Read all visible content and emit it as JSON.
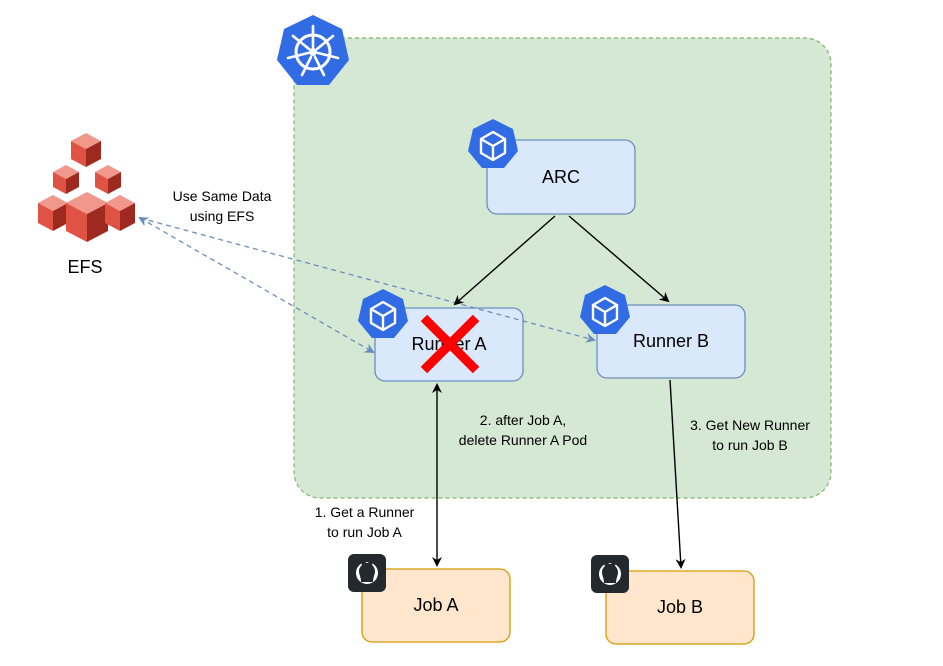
{
  "colors": {
    "cluster_fill": "#d5e8d4",
    "cluster_border": "#82b366",
    "node_fill": "#dae8fc",
    "node_border": "#6c8ebf",
    "job_fill": "#ffe6cc",
    "job_border": "#d79b00",
    "k8s_blue": "#326ce5",
    "efs_red": "#e05243",
    "cross_red": "#ff0000",
    "dashed_link": "#6c8ebf",
    "github_dark": "#24292e"
  },
  "icons": {
    "kubernetes": "kubernetes-helm-icon",
    "pod": "kubernetes-pod-cube-icon",
    "efs": "aws-efs-stacked-cubes-icon",
    "github": "github-octocat-icon",
    "deleted": "red-x-cross-icon"
  },
  "nodes": {
    "arc": "ARC",
    "runner_a": "Runner A",
    "runner_b": "Runner B",
    "job_a": "Job A",
    "job_b": "Job B",
    "efs": "EFS"
  },
  "edge_labels": {
    "efs_share": "Use Same Data\nusing EFS",
    "step1": "1. Get a Runner\nto run Job A",
    "step2": "2. after Job A,\ndelete Runner A Pod",
    "step3": "3. Get New Runner\nto run Job B"
  }
}
